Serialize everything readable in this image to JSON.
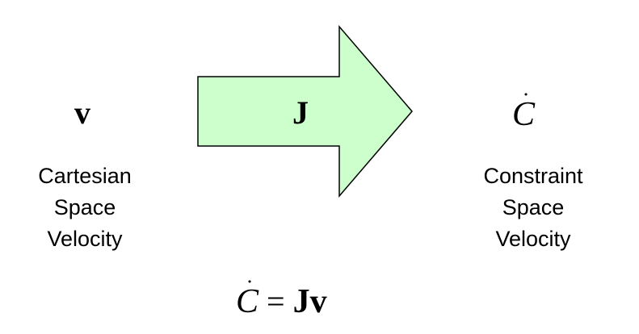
{
  "left": {
    "symbol": "v",
    "label_lines": [
      "Cartesian",
      "Space",
      "Velocity"
    ]
  },
  "arrow": {
    "label": "J",
    "fill": "#ccffcc",
    "stroke": "#000000"
  },
  "right": {
    "symbol": "C",
    "label_lines": [
      "Constraint",
      "Space",
      "Velocity"
    ]
  },
  "equation": {
    "lhs": "C",
    "equals": "=",
    "rhs": "Jv"
  }
}
